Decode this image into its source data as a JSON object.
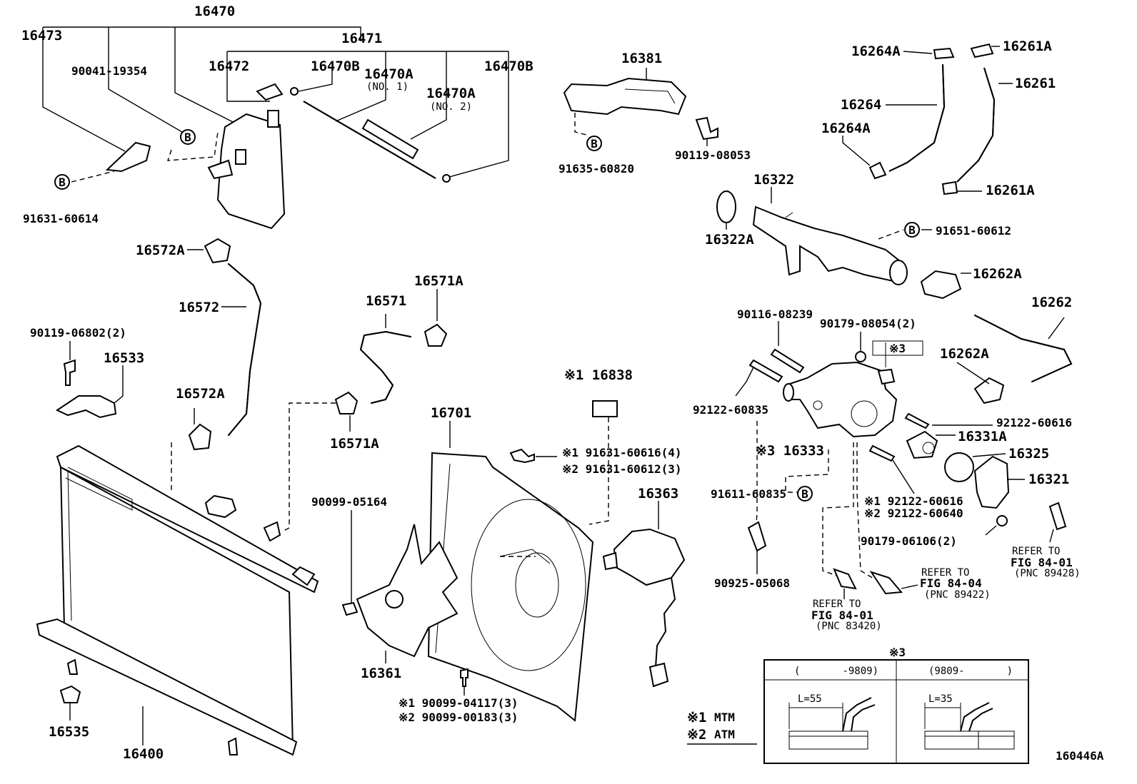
{
  "figure_id": "160446A",
  "callouts": {
    "c16470": "16470",
    "c16473": "16473",
    "c16471": "16471",
    "c90041": "90041-19354",
    "c16472": "16472",
    "c16470B_1": "16470B",
    "c16470A_1": "16470A",
    "c16470A_1_note": "(NO. 1)",
    "c16470A_2": "16470A",
    "c16470A_2_note": "(NO. 2)",
    "c16470B_2": "16470B",
    "c91631_60614": "91631-60614",
    "c16381": "16381",
    "c90119_08053": "90119-08053",
    "c91635_60820": "91635-60820",
    "c16264A_1": "16264A",
    "c16261A_1": "16261A",
    "c16264": "16264",
    "c16261": "16261",
    "c16264A_2": "16264A",
    "c16261A_2": "16261A",
    "c16322": "16322",
    "c16322A": "16322A",
    "c91651_60612": "91651-60612",
    "c16262A_1": "16262A",
    "c16262": "16262",
    "c16572A_1": "16572A",
    "c16572": "16572",
    "c16571A_1": "16571A",
    "c16571": "16571",
    "c90119_06802": "90119-06802(2)",
    "c16533": "16533",
    "c16572A_2": "16572A",
    "c16571A_2": "16571A",
    "c90116_08239": "90116-08239",
    "c90179_08054": "90179-08054(2)",
    "c3_mark": "※3",
    "c16262A_2": "16262A",
    "c92122_60835": "92122-60835",
    "c92122_60616": "92122-60616",
    "c16331A": "16331A",
    "c16333": "※3 16333",
    "c16325": "16325",
    "c16321": "16321",
    "c16838": "※1 16838",
    "c16701": "16701",
    "c91631_60616": "※1 91631-60616(4)",
    "c91631_60612": "※2 91631-60612(3)",
    "c16363": "16363",
    "c90099_05164": "90099-05164",
    "c91611_60835": "91611-60835",
    "c92122_60616_1": "※1 92122-60616",
    "c92122_60640_2": "※2 92122-60640",
    "c90179_06106": "90179-06106(2)",
    "c90925_05068": "90925-05068",
    "c16361": "16361",
    "c90099_04117": "※1 90099-04117(3)",
    "c90099_00183": "※2 90099-00183(3)",
    "c16535": "16535",
    "c16400": "16400"
  },
  "refs": {
    "r1_l1": "REFER TO",
    "r1_l2": "FIG 84-01",
    "r1_l3": "(PNC 89428)",
    "r2_l1": "REFER TO",
    "r2_l2": "FIG 84-04",
    "r2_l3": "(PNC 89422)",
    "r3_l1": "REFER TO",
    "r3_l2": "FIG 84-01",
    "r3_l3": "(PNC 83420)"
  },
  "b_marker": "B",
  "legend": {
    "mark1": "※1",
    "mark1_text": "MTM",
    "mark2": "※2",
    "mark2_text": "ATM"
  },
  "detail_box": {
    "title": "※3",
    "col1_header": "(       -9809)",
    "col2_header": "(9809-       )",
    "col1_dim": "L=55",
    "col2_dim": "L=35"
  }
}
